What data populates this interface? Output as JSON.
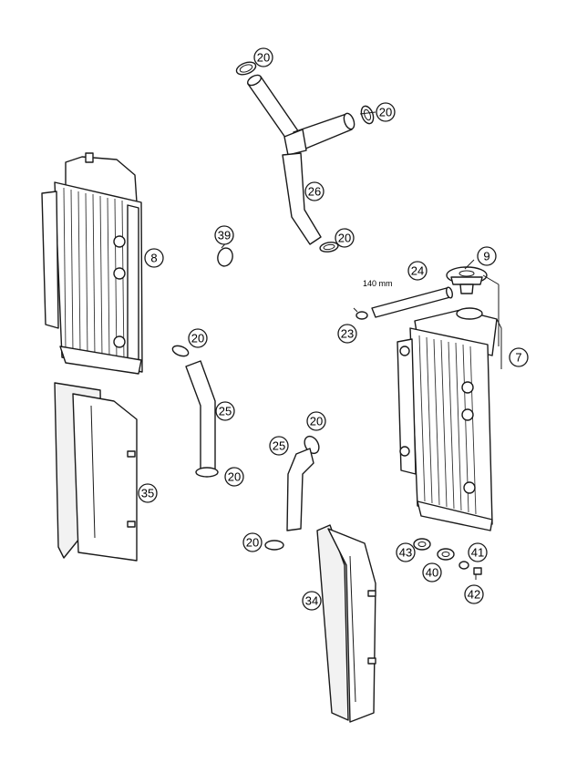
{
  "callouts": {
    "c20a": "20",
    "c20b": "20",
    "c26": "26",
    "c20c": "20",
    "c8": "8",
    "c39": "39",
    "c9": "9",
    "c24": "24",
    "c23": "23",
    "c7": "7",
    "c20d": "20",
    "c25a": "25",
    "c20e": "20",
    "c20f": "20",
    "c25b": "25",
    "c35": "35",
    "c20g": "20",
    "c43": "43",
    "c40": "40",
    "c41": "41",
    "c42": "42",
    "c34": "34"
  },
  "dimension_label": "140 mm"
}
